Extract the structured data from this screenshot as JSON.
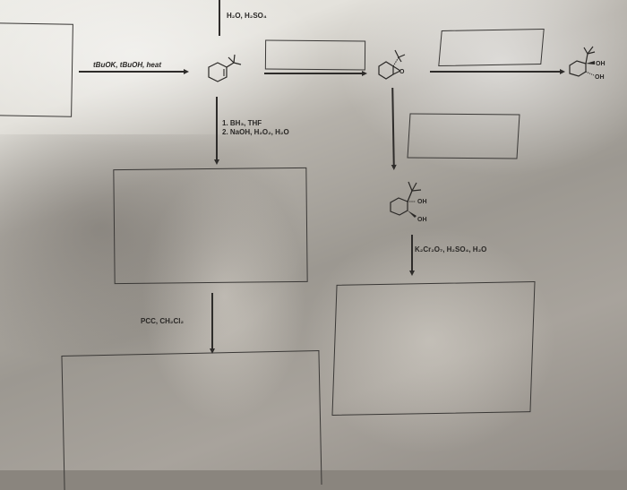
{
  "worksheet": {
    "reagents": {
      "top_vertical": "H₂O, H₂SO₄",
      "elimination": "tBuOK, tBuOH, heat",
      "hydroboration_step1": "1. BH₃, THF",
      "hydroboration_step2": "2. NaOH, H₂O₂, H₂O",
      "pcc": "PCC, CH₂Cl₂",
      "dichromate": "K₂Cr₂O₇, H₂SO₄, H₂O"
    },
    "molecules": {
      "alkene": "1-tert-butylcyclohexene",
      "epoxide": "tert-butyl cyclohexene oxide",
      "epoxide_o_label": "O",
      "trans_diol": "trans-diol",
      "trans_diol_oh1": "OH",
      "trans_diol_oh2": "OH",
      "cis_diol": "cis-diol",
      "cis_diol_oh1": "OH",
      "cis_diol_oh2": "OH"
    },
    "answer_boxes": [
      {
        "id": "starting-material",
        "content": ""
      },
      {
        "id": "epoxidation-reagent",
        "content": ""
      },
      {
        "id": "epoxide-opening-reagent",
        "content": ""
      },
      {
        "id": "dihydroxylation-reagent",
        "content": ""
      },
      {
        "id": "hydroboration-product",
        "content": ""
      },
      {
        "id": "oxidation-product",
        "content": ""
      },
      {
        "id": "pcc-product",
        "content": ""
      }
    ]
  }
}
